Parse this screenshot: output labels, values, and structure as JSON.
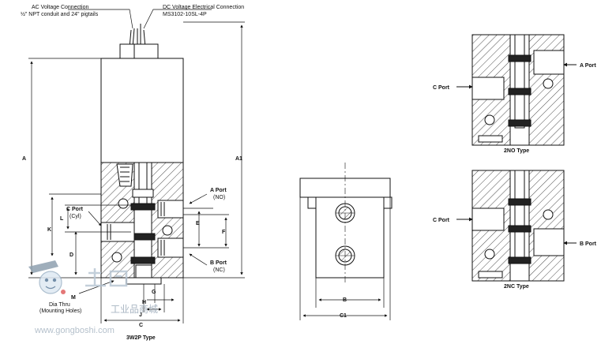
{
  "callouts": {
    "ac_connection_line1": "AC Voltage Connection",
    "ac_connection_line2": "½\" NPT conduit and 24\" pigtails",
    "dc_connection_line1": "DC Voltage Electrical Connection",
    "dc_connection_line2": "MS3102-10SL-4P"
  },
  "dimensions": {
    "A": "A",
    "A1": "A1",
    "B": "B",
    "C": "C",
    "C1": "C1",
    "D": "D",
    "E": "E",
    "F": "F",
    "G": "G",
    "H": "H",
    "K": "K",
    "L": "L",
    "M": "M"
  },
  "ports": {
    "a_port": "A Port",
    "a_port_state": "(NO)",
    "b_port": "B Port",
    "b_port_state": "(NC)",
    "c_port": "C Port",
    "c_port_sub": "(Cyl)",
    "dia_thru": "Dia Thru",
    "mounting_holes": "(Mounting Holes)"
  },
  "detail_2no": {
    "a_port": "A Port",
    "c_port": "C Port",
    "caption": "2NO Type"
  },
  "detail_2nc": {
    "b_port": "B Port",
    "c_port": "C Port",
    "caption": "2NC Type"
  },
  "main_caption": "3W2P Type",
  "watermark": {
    "cn": "工业品商城",
    "url": "www.gongboshi.com"
  }
}
